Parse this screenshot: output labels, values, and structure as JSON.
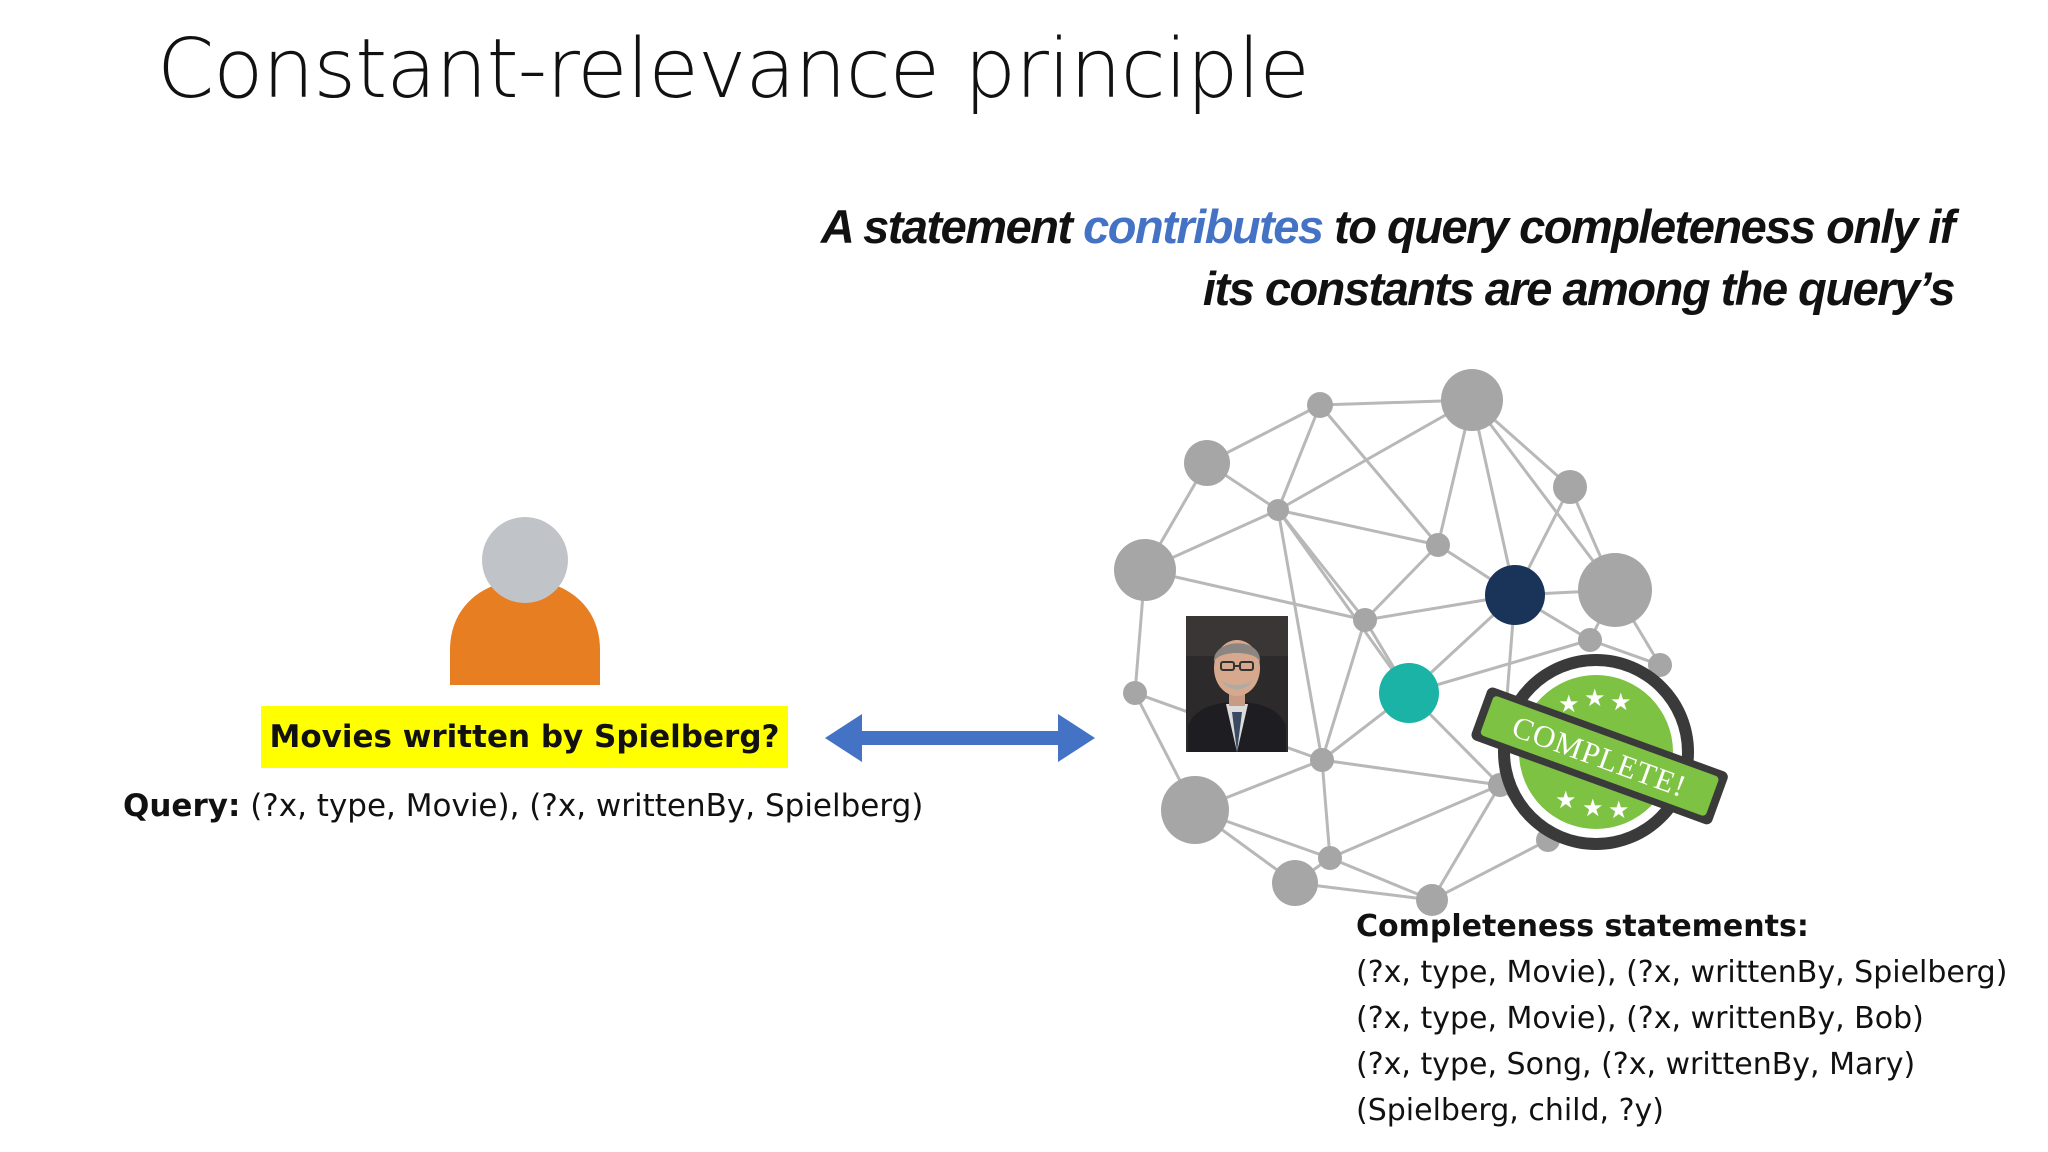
{
  "slide": {
    "title": "Constant-relevance principle",
    "principle": {
      "before": "A statement ",
      "highlight": "contributes",
      "after_line1": " to query completeness only if",
      "line2": "its constants are among the query’s"
    },
    "query": {
      "natural": "Movies written by Spielberg?",
      "label": "Query:",
      "formal": " (?x, type, Movie), (?x, writtenBy, Spielberg)"
    },
    "stamp_text": "COMPLETE!",
    "completeness": {
      "heading": "Completeness statements:",
      "items": [
        "(?x, type, Movie), (?x, writtenBy, Spielberg)",
        "(?x, type, Movie), (?x, writtenBy, Bob)",
        "(?x, type, Song, (?x, writtenBy, Mary)",
        "(Spielberg, child, ?y)"
      ]
    }
  },
  "colors": {
    "accent_blue": "#4472c4",
    "query_highlight": "#ffff00",
    "user_body": "#e87e22",
    "user_head": "#c0c4c8",
    "node_gray": "#a6a6a6",
    "node_dark": "#1a3358",
    "node_teal": "#1ab3a6",
    "stamp_green": "#7dc242"
  },
  "icons": {
    "user": "user-icon",
    "arrow": "double-arrow-icon",
    "network": "knowledge-graph-icon",
    "photo": "person-photo",
    "stamp": "complete-stamp-icon"
  }
}
